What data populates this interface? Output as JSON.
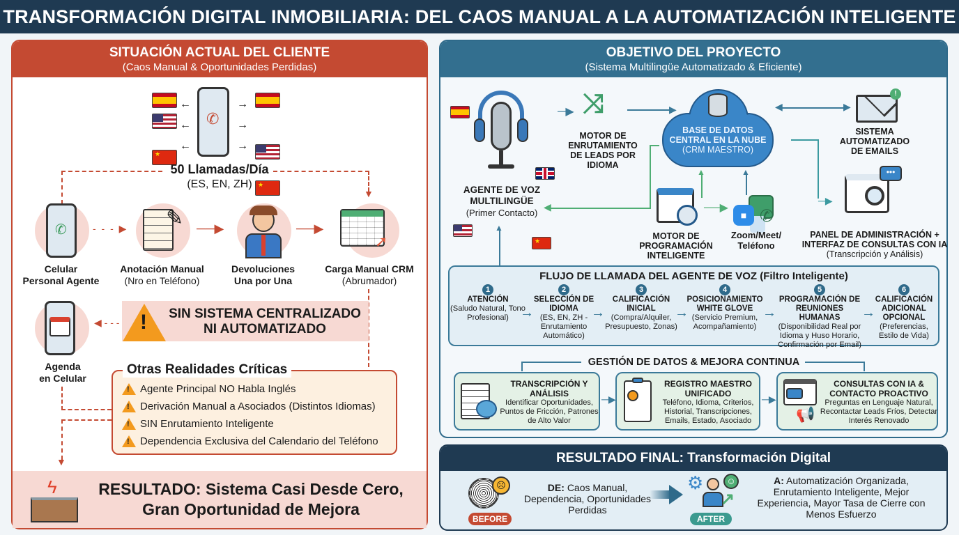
{
  "title": "TRANSFORMACIÓN DIGITAL INMOBILIARIA: DEL CAOS MANUAL A LA AUTOMATIZACIÓN INTELIGENTE",
  "left": {
    "header_title": "SITUACIÓN ACTUAL DEL CLIENTE",
    "header_sub": "(Caos Manual & Oportunidades Perdidas)",
    "calls_title": "50 Llamadas/Día",
    "calls_langs": "(ES, EN, ZH)",
    "flags": [
      "ES",
      "US",
      "CN"
    ],
    "steps": [
      {
        "title": "Celular",
        "sub": "Personal Agente"
      },
      {
        "title": "Anotación Manual",
        "sub": "(Nro en Teléfono)"
      },
      {
        "title": "Devoluciones",
        "sub": "Una por Una"
      },
      {
        "title": "Carga Manual CRM",
        "sub": "(Abrumador)"
      }
    ],
    "agenda": {
      "l1": "Agenda",
      "l2": "en Celular"
    },
    "warning": {
      "l1": "SIN SISTEMA CENTRALIZADO",
      "l2": "NI AUTOMATIZADO"
    },
    "critical_title": "Otras Realidades Críticas",
    "critical_items": [
      "Agente Principal NO Habla Inglés",
      "Derivación Manual a Asociados (Distintos Idiomas)",
      "SIN Enrutamiento Inteligente",
      "Dependencia Exclusiva del Calendario del Teléfono"
    ],
    "result": {
      "l1": "RESULTADO: Sistema Casi Desde Cero,",
      "l2": "Gran Oportunidad de Mejora"
    }
  },
  "right": {
    "header_title": "OBJETIVO DEL PROYECTO",
    "header_sub": "(Sistema Multilingüe Automatizado & Eficiente)",
    "voice_agent": {
      "l1": "AGENTE DE VOZ",
      "l2": "MULTILINGÜE",
      "sub": "(Primer Contacto)"
    },
    "router": {
      "l1": "MOTOR DE",
      "l2": "ENRUTAMIENTO",
      "l3": "DE LEADS POR",
      "l4": "IDIOMA"
    },
    "cloud": {
      "l1": "BASE DE DATOS",
      "l2": "CENTRAL EN LA NUBE",
      "l3": "(CRM MAESTRO)"
    },
    "email": {
      "l1": "SISTEMA",
      "l2": "AUTOMATIZADO",
      "l3": "DE EMAILS"
    },
    "scheduler": {
      "l1": "MOTOR DE",
      "l2": "PROGRAMACIÓN",
      "l3": "INTELIGENTE"
    },
    "meet": {
      "l1": "Zoom/Meet/",
      "l2": "Teléfono"
    },
    "admin": {
      "l1": "PANEL DE ADMINISTRACIÓN +",
      "l2": "INTERFAZ DE CONSULTAS CON IA",
      "sub": "(Transcripción y Análisis)"
    },
    "flow_title": "FLUJO DE LLAMADA DEL AGENTE DE VOZ (Filtro Inteligente)",
    "flow_steps": [
      {
        "num": "1",
        "title": "ATENCIÓN",
        "desc": "(Saludo Natural, Tono Profesional)"
      },
      {
        "num": "2",
        "title": "SELECCIÓN DE IDIOMA",
        "desc": "(ES, EN, ZH - Enrutamiento Automático)"
      },
      {
        "num": "3",
        "title": "CALIFICACIÓN INICIAL",
        "desc": "(Compra/Alquiler, Presupuesto, Zonas)"
      },
      {
        "num": "4",
        "title": "POSICIONAMIENTO WHITE GLOVE",
        "desc": "(Servicio Premium, Acompañamiento)"
      },
      {
        "num": "5",
        "title": "PROGRAMACIÓN DE REUNIONES HUMANAS",
        "desc": "(Disponibilidad Real por Idioma y Huso Horario, Confirmación por Email)"
      },
      {
        "num": "6",
        "title": "CALIFICACIÓN ADICIONAL OPCIONAL",
        "desc": "(Preferencias, Estilo de Vida)"
      }
    ],
    "data_title": "GESTIÓN DE DATOS & MEJORA CONTINUA",
    "data_boxes": [
      {
        "title": "TRANSCRIPCIÓN Y ANÁLISIS",
        "desc": "Identificar Oportunidades, Puntos de Fricción, Patrones de Alto Valor"
      },
      {
        "title": "REGISTRO MAESTRO UNIFICADO",
        "desc": "Teléfono, Idioma, Criterios, Historial, Transcripciones, Emails, Estado, Asociado"
      },
      {
        "title": "CONSULTAS CON IA & CONTACTO PROACTIVO",
        "desc": "Preguntas en Lenguaje Natural, Recontactar Leads Fríos, Detectar Interés Renovado"
      }
    ]
  },
  "final": {
    "title": "RESULTADO FINAL: Transformación Digital",
    "before_label": "BEFORE",
    "after_label": "AFTER",
    "de_label": "DE:",
    "de_text": "Caos Manual, Dependencia, Oportunidades Perdidas",
    "a_label": "A:",
    "a_text": "Automatización Organizada, Enrutamiento Inteligente, Mejor Experiencia, Mayor Tasa de Cierre con Menos Esfuerzo"
  },
  "colors": {
    "red": "#c44a32",
    "navy": "#1f3a52",
    "teal": "#336f8f",
    "green": "#4fae74",
    "orange": "#f39a1e"
  }
}
